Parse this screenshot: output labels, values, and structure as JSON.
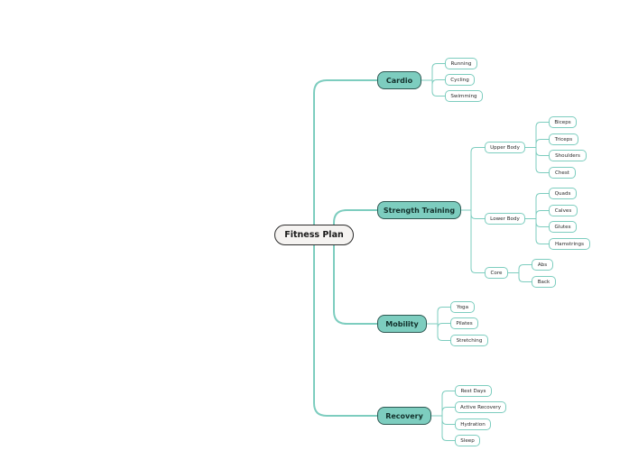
{
  "diagram": {
    "root": "Fitness Plan",
    "accent_color": "#7dcdbf",
    "branches": [
      {
        "label": "Cardio",
        "children": [
          "Running",
          "Cycling",
          "Swimming"
        ]
      },
      {
        "label": "Strength Training",
        "groups": [
          {
            "label": "Upper Body",
            "children": [
              "Biceps",
              "Triceps",
              "Shoulders",
              "Chest"
            ]
          },
          {
            "label": "Lower Body",
            "children": [
              "Quads",
              "Calves",
              "Glutes",
              "Hamstrings"
            ]
          },
          {
            "label": "Core",
            "children": [
              "Abs",
              "Back"
            ]
          }
        ]
      },
      {
        "label": "Mobility",
        "children": [
          "Yoga",
          "Pilates",
          "Stretching"
        ]
      },
      {
        "label": "Recovery",
        "children": [
          "Rest Days",
          "Active Recovery",
          "Hydration",
          "Sleep"
        ]
      }
    ]
  }
}
